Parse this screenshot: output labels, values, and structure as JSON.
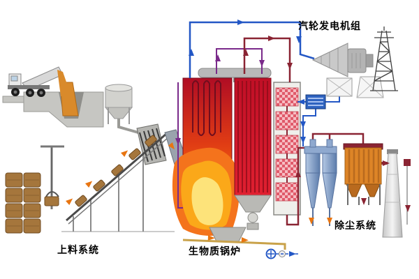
{
  "diagram": {
    "type": "biomass-power-plant-process-flow",
    "labels": {
      "feeding_system": "上料系统",
      "biomass_boiler": "生物质锅炉",
      "turbine_generator": "汽轮发电机组",
      "dust_removal": "除尘系统"
    },
    "colors": {
      "flame_orange": "#f4731c",
      "flame_yellow": "#fde37a",
      "boiler_red": "#c8102e",
      "steam_line_blue": "#2357c5",
      "flue_line_maroon": "#8a2433",
      "air_line_purple": "#7a2a8a",
      "biomass_brown": "#a5763c",
      "baghouse_orange": "#dd8427",
      "cyclone_blue": "#6d8fc0",
      "ash_line_tan": "#c9a24a"
    }
  }
}
